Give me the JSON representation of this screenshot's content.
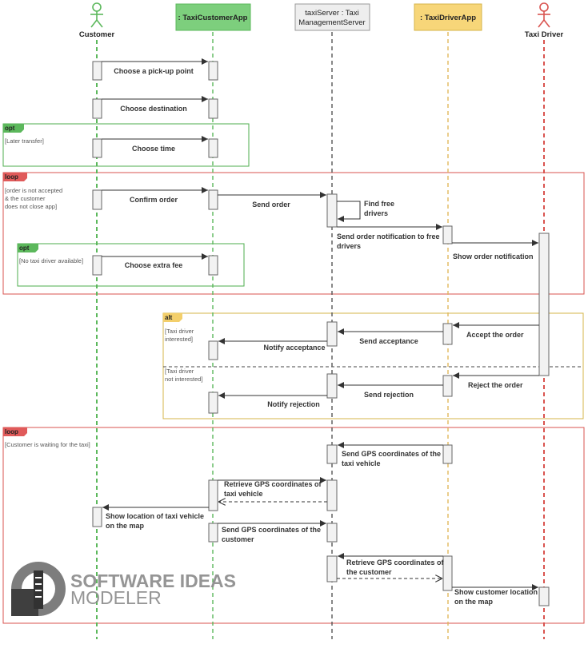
{
  "participants": {
    "customer": "Customer",
    "customer_app": ": TaxiCustomerApp",
    "server_line1": "taxiServer : Taxi",
    "server_line2": "ManagementServer",
    "driver_app": ": TaxiDriverApp",
    "driver": "Taxi Driver"
  },
  "fragments": {
    "opt1": {
      "tag": "opt",
      "guard": "[Later transfer]"
    },
    "loop1": {
      "tag": "loop",
      "guard_1": "[order is not accepted",
      "guard_2": "& the customer",
      "guard_3": "does not close app]"
    },
    "opt2": {
      "tag": "opt",
      "guard": "[No taxi driver available]"
    },
    "alt": {
      "tag": "alt",
      "guard_a_1": "[Taxi driver",
      "guard_a_2": "interested]",
      "guard_b_1": "[Taxi driver",
      "guard_b_2": "not interested]"
    },
    "loop2": {
      "tag": "loop",
      "guard": "[Customer is waiting for the taxi]"
    }
  },
  "messages": {
    "m1": "Choose a pick-up point",
    "m2": "Choose destination",
    "m3": "Choose time",
    "m4": "Confirm order",
    "m5": "Send order",
    "m6_1": "Find free",
    "m6_2": "drivers",
    "m7_1": "Send order notification to free",
    "m7_2": "drivers",
    "m8": "Show order notification",
    "m9": "Choose extra fee",
    "m10": "Accept the order",
    "m11": "Send acceptance",
    "m12": "Notify acceptance",
    "m13": "Reject the order",
    "m14": "Send rejection",
    "m15": "Notify rejection",
    "m16_1": "Send GPS coordinates of the",
    "m16_2": "taxi vehicle",
    "m17_1": "Retrieve GPS coordinates of",
    "m17_2": "taxi vehicle",
    "m18_1": "Show location of taxi vehicle",
    "m18_2": "on the map",
    "m19_1": "Send GPS coordinates of the",
    "m19_2": "customer",
    "m20_1": "Retrieve GPS coordinates of",
    "m20_2": "the customer",
    "m21_1": "Show customer location",
    "m21_2": "on the map"
  },
  "watermark": {
    "line1": "SOFTWARE IDEAS",
    "line2": "MODELER"
  },
  "colors": {
    "customer_actor": "#5cb85c",
    "driver_actor": "#d9534f",
    "customer_app_fill": "#7dcf7d",
    "driver_app_fill": "#f7d679",
    "server_fill": "#eeeeee",
    "opt_border": "#4cae4c",
    "loop_border": "#d9534f",
    "alt_border": "#d4b44a"
  }
}
